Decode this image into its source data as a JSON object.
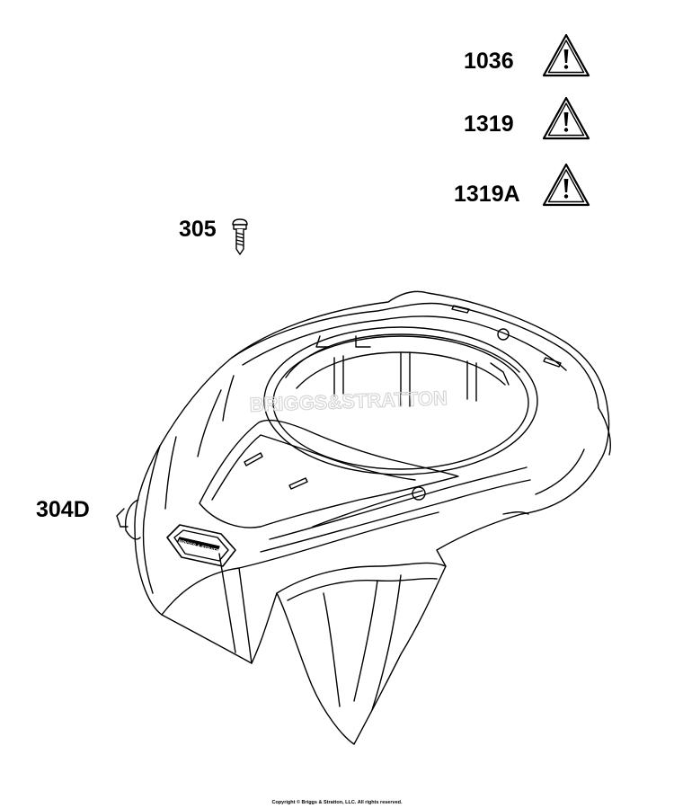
{
  "callouts": {
    "label_1036": "1036",
    "label_1319": "1319",
    "label_1319a": "1319A",
    "label_305": "305",
    "label_304d": "304D"
  },
  "icons": {
    "warning": "warning-triangle-icon",
    "screw": "screw-icon",
    "shroud": "blower-housing-shroud"
  },
  "watermark": {
    "text": "BRIGGS&STRATTON"
  },
  "logo": {
    "text": "BRIGGS & STRATTON"
  },
  "footer": {
    "copyright": "Copyright © Briggs & Stratton, LLC. All rights reserved."
  },
  "colors": {
    "line": "#000000",
    "background": "#ffffff",
    "watermark": "#d6d6d6"
  }
}
